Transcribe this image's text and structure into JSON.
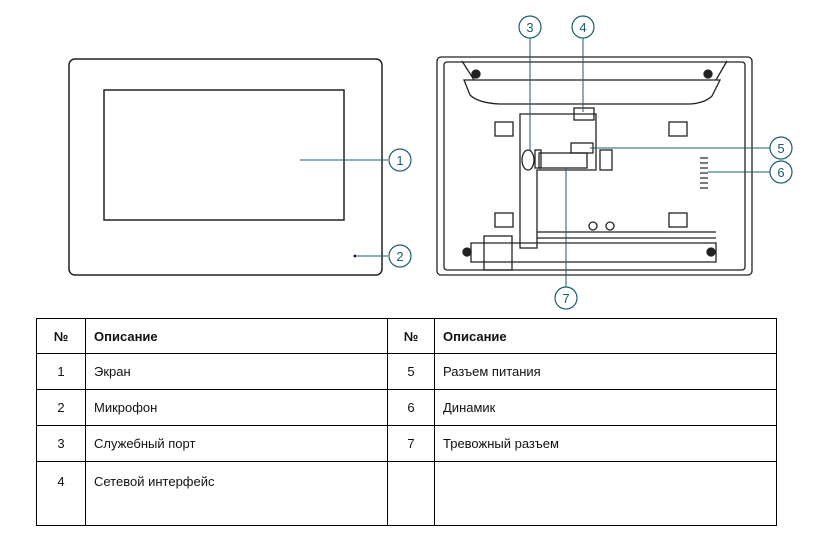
{
  "callouts": [
    "1",
    "2",
    "3",
    "4",
    "5",
    "6",
    "7"
  ],
  "table": {
    "header": {
      "num": "№",
      "desc": "Описание"
    },
    "rows": [
      {
        "n1": "1",
        "d1": "Экран",
        "n2": "5",
        "d2": "Разъем питания"
      },
      {
        "n1": "2",
        "d1": "Микрофон",
        "n2": "6",
        "d2": "Динамик"
      },
      {
        "n1": "3",
        "d1": "Служебный порт",
        "n2": "7",
        "d2": "Тревожный разъем"
      },
      {
        "n1": "4",
        "d1": "Сетевой интерфейс",
        "n2": "",
        "d2": ""
      }
    ]
  },
  "colors": {
    "callout": "#1a5e6e",
    "outline": "#222222"
  }
}
